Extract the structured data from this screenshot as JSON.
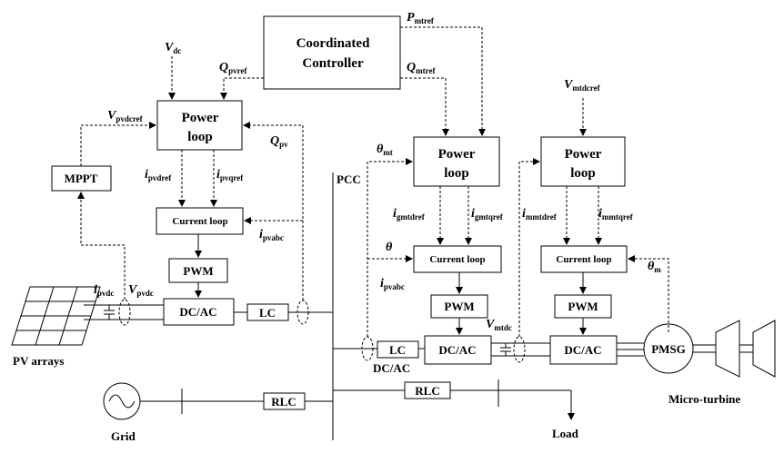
{
  "blocks": {
    "coordinated_controller": [
      "Coordinated",
      "Controller"
    ],
    "pv_power_loop": [
      "Power",
      "loop"
    ],
    "pv_current_loop": "Current loop",
    "pv_pwm": "PWM",
    "pv_inverter": "DC/AC",
    "pv_filter": "LC",
    "mppt": "MPPT",
    "grid_side_power_loop": [
      "Power",
      "loop"
    ],
    "grid_side_current_loop": "Current loop",
    "grid_side_pwm": "PWM",
    "grid_side_converter": "DC/AC",
    "grid_side_filter": "LC",
    "machine_side_power_loop": [
      "Power",
      "loop"
    ],
    "machine_side_current_loop": "Current loop",
    "machine_side_pwm": "PWM",
    "machine_side_converter": "DC/AC",
    "pmsg": "PMSG",
    "grid_rlc": "RLC",
    "load_rlc": "RLC"
  },
  "labels": {
    "pcc": "PCC",
    "pv_arrays": "PV arrays",
    "grid": "Grid",
    "load": "Load",
    "micro_turbine": "Micro-turbine",
    "dcac_below_lc": "DC/AC"
  },
  "signals": {
    "v_dc": {
      "sym": "V",
      "sub": "dc"
    },
    "q_pvref": {
      "sym": "Q",
      "sub": "pvref"
    },
    "v_pvdcref": {
      "sym": "V",
      "sub": "pvdcref"
    },
    "q_pv": {
      "sym": "Q",
      "sub": "pv"
    },
    "i_pvdref": {
      "sym": "i",
      "sub": "pvdref"
    },
    "i_pvqref": {
      "sym": "i",
      "sub": "pvqref"
    },
    "i_pvabc": {
      "sym": "i",
      "sub": "pvabc"
    },
    "i_pvdc": {
      "sym": "i",
      "sub": "pvdc"
    },
    "v_pvdc": {
      "sym": "V",
      "sub": "pvdc"
    },
    "p_mtref": {
      "sym": "P",
      "sub": "mtref"
    },
    "q_mtref": {
      "sym": "Q",
      "sub": "mtref"
    },
    "theta_mt": {
      "sym": "θ",
      "sub": "mt"
    },
    "i_gmtdref": {
      "sym": "i",
      "sub": "gmtdref"
    },
    "i_gmtqref": {
      "sym": "i",
      "sub": "gmtqref"
    },
    "theta": {
      "sym": "θ",
      "sub": ""
    },
    "i_pvabc_2": {
      "sym": "i",
      "sub": "pvabc"
    },
    "v_mtdcref": {
      "sym": "V",
      "sub": "mtdcref"
    },
    "i_mmtdref": {
      "sym": "i",
      "sub": "mmtdref"
    },
    "i_mmtqref": {
      "sym": "i",
      "sub": "mmtqref"
    },
    "theta_m": {
      "sym": "θ",
      "sub": "m"
    },
    "v_mtdc": {
      "sym": "V",
      "sub": "mtdc"
    }
  }
}
